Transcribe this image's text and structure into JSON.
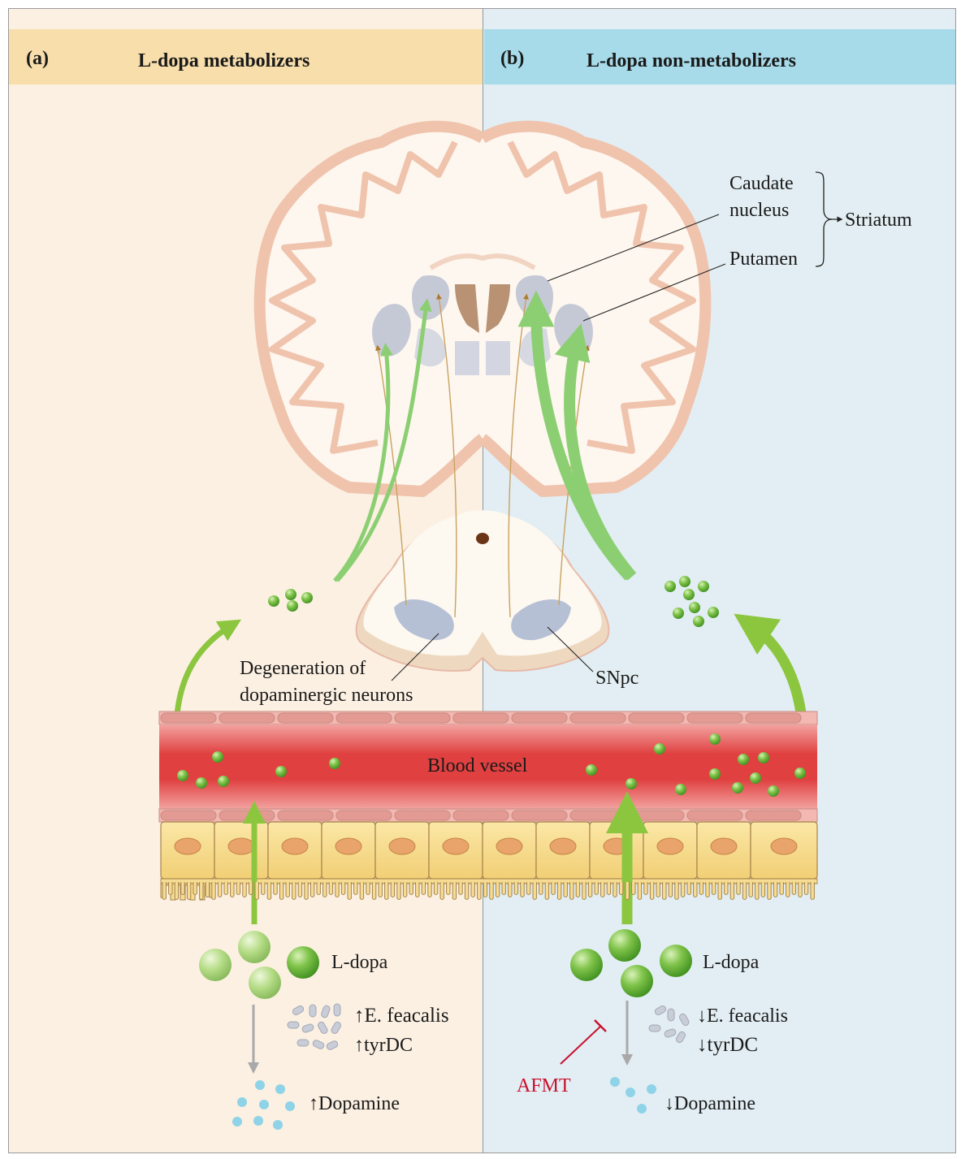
{
  "panel_a": {
    "letter": "(a)",
    "title": "L-dopa metabolizers",
    "ldopa_label": "L-dopa",
    "bacteria_label": "↑E. feacalis",
    "enzyme_label": "↑tyrDC",
    "dopamine_label": "↑Dopamine"
  },
  "panel_b": {
    "letter": "(b)",
    "title": "L-dopa non-metabolizers",
    "ldopa_label": "L-dopa",
    "bacteria_label": "↓E. feacalis",
    "enzyme_label": "↓tyrDC",
    "dopamine_label": "↓Dopamine",
    "inhibitor_label": "AFMT"
  },
  "brain": {
    "caudate_line1": "Caudate",
    "caudate_line2": "nucleus",
    "putamen": "Putamen",
    "striatum": "Striatum",
    "snpc": "SNpc",
    "degeneration_line1": "Degeneration of",
    "degeneration_line2": "dopaminergic neurons"
  },
  "vessel": {
    "label": "Blood vessel"
  },
  "colors": {
    "panel_a_bg": "#fbf0e2",
    "panel_a_header": "#f7deaa",
    "panel_b_bg": "#e2eef3",
    "panel_b_header": "#a7dbea",
    "arrow_green": "#8cc63f",
    "vessel_red": "#e03a3a",
    "inhibitor_red": "#c8102e"
  }
}
